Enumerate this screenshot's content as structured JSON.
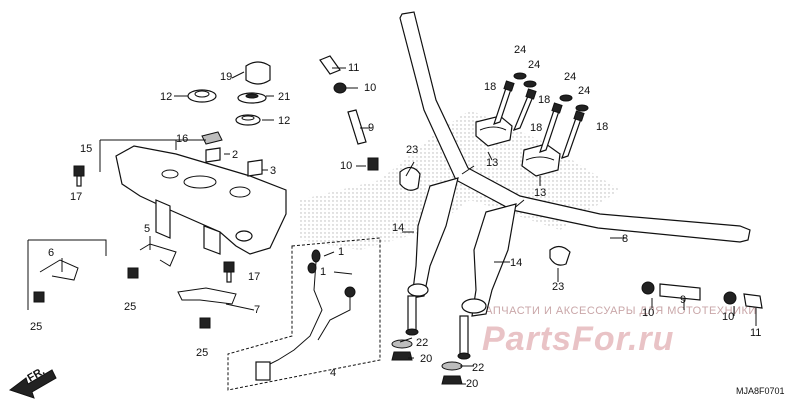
{
  "diagram": {
    "part_labels": [
      "1",
      "1",
      "2",
      "3",
      "4",
      "5",
      "6",
      "7",
      "8",
      "9",
      "9",
      "10",
      "10",
      "10",
      "10",
      "11",
      "11",
      "12",
      "12",
      "13",
      "13",
      "14",
      "14",
      "15",
      "16",
      "17",
      "17",
      "18",
      "18",
      "18",
      "18",
      "19",
      "20",
      "20",
      "21",
      "22",
      "22",
      "23",
      "23",
      "24",
      "24",
      "24",
      "24",
      "25",
      "25",
      "25"
    ],
    "front_arrow_text": "FR.",
    "diagram_code": "MJA8F0701",
    "watermark": {
      "caption": "ЗАПЧАСТИ И АКСЕССУАРЫ ДЛЯ МОТОТЕХНИКИ",
      "logo": "PartsFor.ru"
    },
    "colors": {
      "line": "#111111",
      "background": "#ffffff",
      "watermark": "#e9c3c6"
    }
  }
}
